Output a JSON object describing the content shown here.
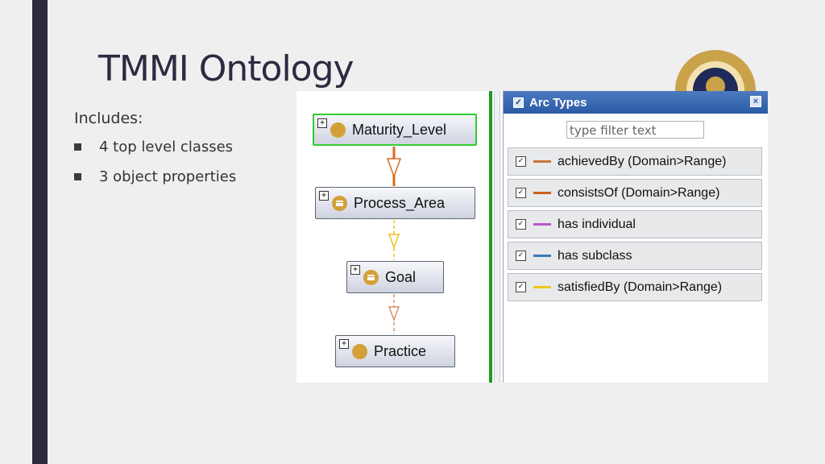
{
  "slide": {
    "title": "TMMI Ontology",
    "intro": "Includes:",
    "bullets": [
      "4 top level classes",
      "3 object properties"
    ]
  },
  "graph": {
    "nodes": [
      {
        "label": "Maturity_Level",
        "icon": "class-circle-icon",
        "selected": true,
        "expand": "+"
      },
      {
        "label": "Process_Area",
        "icon": "class-list-icon",
        "selected": false,
        "expand": "+"
      },
      {
        "label": "Goal",
        "icon": "class-list-icon",
        "selected": false,
        "expand": "+"
      },
      {
        "label": "Practice",
        "icon": "class-circle-icon",
        "selected": false,
        "expand": "+"
      }
    ],
    "edge_colors": [
      "#d86a1e",
      "#f0c419",
      "#d8906a"
    ]
  },
  "panel": {
    "title": "Arc Types",
    "close_glyph": "×",
    "filter_placeholder": "type filter text",
    "arc_types": [
      {
        "label": "achievedBy (Domain>Range)",
        "color": "#c8773a",
        "checked": true
      },
      {
        "label": "consistsOf (Domain>Range)",
        "color": "#c8601e",
        "checked": true
      },
      {
        "label": "has individual",
        "color": "#b55ac8",
        "checked": true
      },
      {
        "label": "has subclass",
        "color": "#3a7ab5",
        "checked": true
      },
      {
        "label": "satisfiedBy (Domain>Range)",
        "color": "#f0c419",
        "checked": true
      }
    ]
  },
  "colors": {
    "accent_bar": "#2e2a3f",
    "selection": "#33cc33",
    "header_blue": "#2a5aa5"
  }
}
